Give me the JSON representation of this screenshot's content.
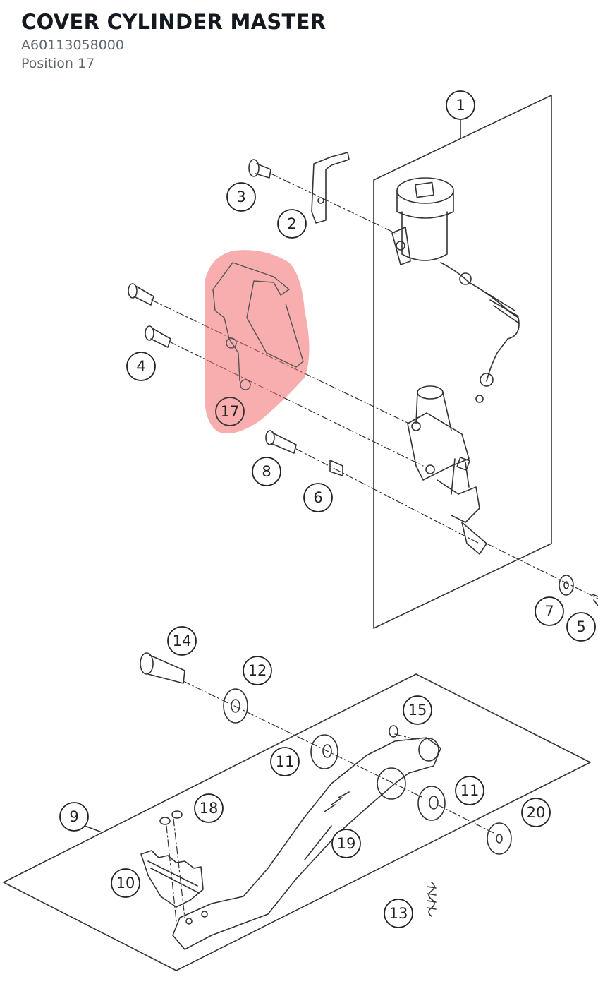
{
  "header": {
    "title": "COVER CYLINDER MASTER",
    "part_number": "A60113058000",
    "position": "Position 17"
  },
  "diagram": {
    "highlighted_callout": "17",
    "highlight_color": "#f26b6b",
    "callouts": [
      "1",
      "2",
      "3",
      "4",
      "5",
      "6",
      "7",
      "8",
      "9",
      "10",
      "11",
      "11",
      "12",
      "13",
      "14",
      "15",
      "17",
      "18",
      "19",
      "20"
    ]
  }
}
